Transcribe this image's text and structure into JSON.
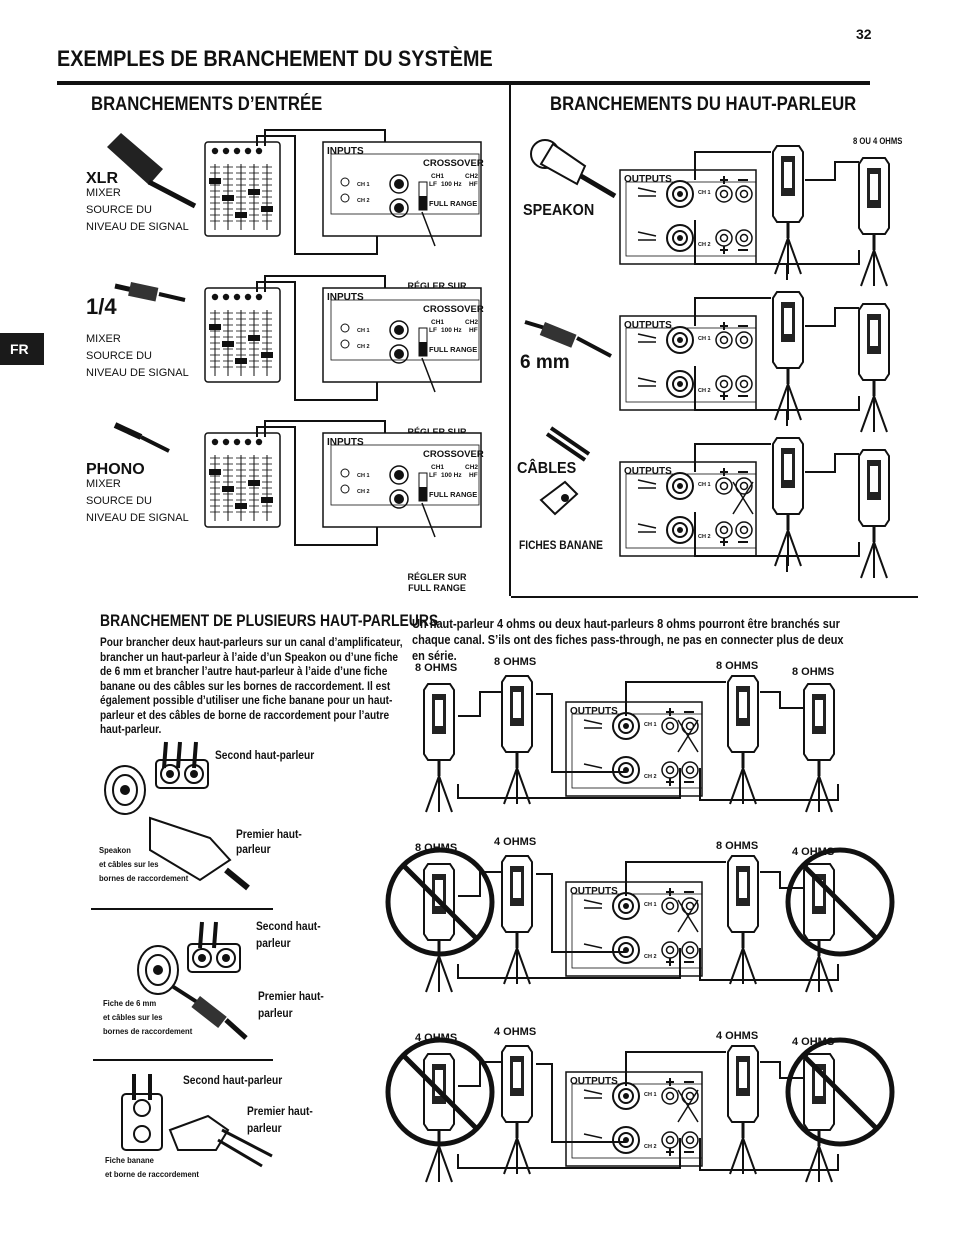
{
  "page_number": "32",
  "title": "EXEMPLES DE BRANCHEMENT DU SYSTÈME",
  "side_tab": "FR",
  "input_section": {
    "title": "BRANCHEMENTS D’ENTRÉE",
    "rows": [
      {
        "connector": "XLR",
        "lines": [
          "MIXER",
          "SOURCE DU",
          "NIVEAU DE SIGNAL"
        ]
      },
      {
        "connector": "1/4",
        "lines": [
          "MIXER",
          "SOURCE DU",
          "NIVEAU DE SIGNAL"
        ]
      },
      {
        "connector": "PHONO",
        "lines": [
          "MIXER",
          "SOURCE DU",
          "NIVEAU DE SIGNAL"
        ]
      }
    ],
    "panel": {
      "inputs": "INPUTS",
      "crossover": "CROSSOVER",
      "ch1": "CH1",
      "ch2": "CH2",
      "ch1_small": "CH 1",
      "ch2_small": "CH 2",
      "freq": "100 Hz",
      "lf": "LF",
      "hf": "HF",
      "full_range": "FULL RANGE"
    },
    "note_lines": [
      "RÉGLER SUR",
      "FULL RANGE"
    ]
  },
  "speaker_section": {
    "title": "BRANCHEMENTS DU HAUT-PARLEUR",
    "ohms_note": "8 OU 4 OHMS",
    "outputs": "OUTPUTS",
    "ch1": "CH 1",
    "ch2": "CH 2",
    "labels": {
      "speakon": "SPEAKON",
      "six_mm": "6 mm",
      "cables": "CÂBLES",
      "banana": "FICHES BANANE"
    }
  },
  "multi_section": {
    "title": "BRANCHEMENT DE PLUSIEURS HAUT-PARLEURS",
    "intro": "Un haut-parleur 4 ohms ou deux haut-parleurs 8 ohms pourront être branchés sur chaque canal. S’ils ont des fiches pass-through, ne pas en connecter plus de deux en série.",
    "paragraph": "Pour brancher deux haut-parleurs sur un canal d’amplificateur, brancher un haut-parleur à l’aide d’un Speakon ou d’une fiche de 6 mm et brancher l’autre haut-parleur à l’aide d’une fiche banane ou des câbles sur les bornes de raccordement. Il est également possible d’utiliser une fiche banane pour un haut-parleur et des câbles de borne de raccordement pour l’autre haut-parleur.",
    "fig1": {
      "second": "Second haut-parleur",
      "first_1": "Premier haut-",
      "first_2": "parleur",
      "caption": [
        "Speakon",
        "et câbles sur les",
        "bornes de raccordement"
      ]
    },
    "fig2": {
      "second_1": "Second haut-",
      "second_2": "parleur",
      "first_1": "Premier haut-",
      "first_2": "parleur",
      "caption": [
        "Fiche de 6 mm",
        "et câbles sur les",
        "bornes de raccordement"
      ]
    },
    "fig3": {
      "second": "Second haut-parleur",
      "first_1": "Premier haut-",
      "first_2": "parleur",
      "caption": [
        "Fiche banane",
        "et borne de raccordement"
      ]
    },
    "rows": [
      {
        "ohms": [
          "8 OHMS",
          "8 OHMS",
          "8 OHMS",
          "8 OHMS"
        ]
      },
      {
        "ohms": [
          "8 OHMS",
          "4 OHMS",
          "8 OHMS",
          "4 OHMS"
        ]
      },
      {
        "ohms": [
          "4 OHMS",
          "4 OHMS",
          "4 OHMS",
          "4 OHMS"
        ]
      }
    ]
  }
}
